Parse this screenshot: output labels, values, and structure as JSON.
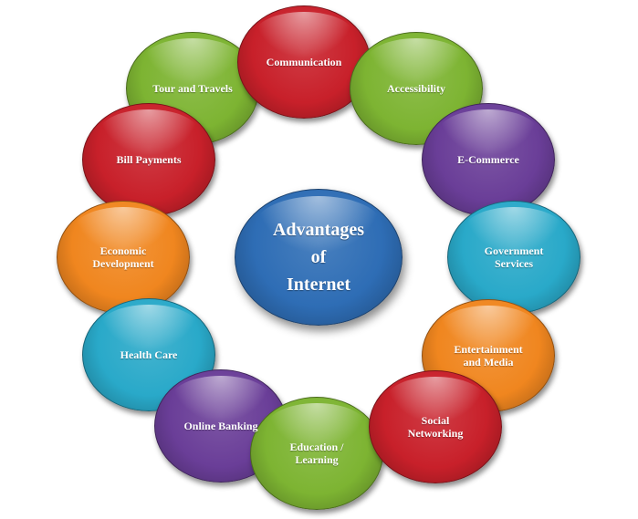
{
  "center": {
    "label": "Advantages\nof\nInternet",
    "color": "#2e6db5"
  },
  "nodes": [
    {
      "label": "Communication",
      "color": "#c8202a"
    },
    {
      "label": "Accessibility",
      "color": "#7db432"
    },
    {
      "label": "E-Commerce",
      "color": "#6a3e98"
    },
    {
      "label": "Government\nServices",
      "color": "#29a9c9"
    },
    {
      "label": "Entertainment\nand  Media",
      "color": "#f0861f"
    },
    {
      "label": "Social\nNetworking",
      "color": "#c8202a"
    },
    {
      "label": "Education  /\nLearning",
      "color": "#7db432"
    },
    {
      "label": "Online Banking",
      "color": "#6a3e98"
    },
    {
      "label": "Health  Care",
      "color": "#29a9c9"
    },
    {
      "label": "Economic\nDevelopment",
      "color": "#f0861f"
    },
    {
      "label": "Bill Payments",
      "color": "#c8202a"
    },
    {
      "label": "Tour  and  Travels",
      "color": "#7db432"
    }
  ]
}
